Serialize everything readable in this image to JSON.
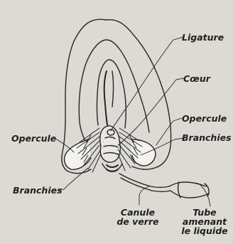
{
  "labels": {
    "ligature": "Ligature",
    "coeur": "Cœur",
    "opercule_right": "Opercule",
    "branchies_right": "Branchies",
    "opercule_left": "Opercule",
    "branchies_left": "Branchies",
    "canule_line1": "Canule",
    "canule_line2": "de verre",
    "tube_line1": "Tube",
    "tube_line2": "amenant",
    "tube_line3": "le liquide"
  }
}
